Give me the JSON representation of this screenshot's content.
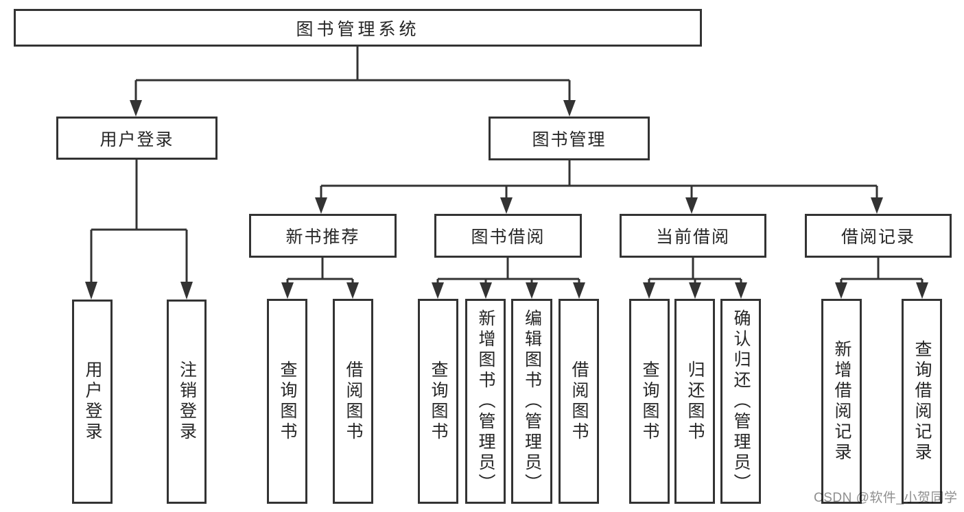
{
  "tree": {
    "label": "图书管理系统",
    "children": [
      {
        "label": "用户登录",
        "children": [
          {
            "label": "用户登录"
          },
          {
            "label": "注销登录"
          }
        ]
      },
      {
        "label": "图书管理",
        "children": [
          {
            "label": "新书推荐",
            "children": [
              {
                "label": "查询图书"
              },
              {
                "label": "借阅图书"
              }
            ]
          },
          {
            "label": "图书借阅",
            "children": [
              {
                "label": "查询图书"
              },
              {
                "label": "新增图书（管理员）"
              },
              {
                "label": "编辑图书（管理员）"
              },
              {
                "label": "借阅图书"
              }
            ]
          },
          {
            "label": "当前借阅",
            "children": [
              {
                "label": "查询图书"
              },
              {
                "label": "归还图书"
              },
              {
                "label": "确认归还（管理员）"
              }
            ]
          },
          {
            "label": "借阅记录",
            "children": [
              {
                "label": "新增借阅记录"
              },
              {
                "label": "查询借阅记录"
              }
            ]
          }
        ]
      }
    ]
  },
  "watermark": "CSDN @软件_小贺同学",
  "colors": {
    "line": "#333333",
    "text": "#262626",
    "watermark": "#8f8f8f"
  }
}
